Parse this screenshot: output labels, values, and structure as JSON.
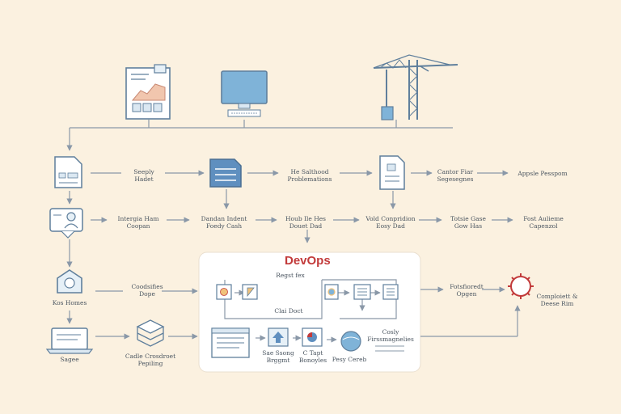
{
  "diagram": {
    "title": "DevOps",
    "colors": {
      "background": "#fbf1e0",
      "line": "#8a98a8",
      "icon_stroke": "#5f7f9c",
      "icon_fill": "#e6f0f7",
      "accent_blue": "#7fb3d8",
      "accent_red": "#c23a3a",
      "panel": "#ffffff"
    },
    "labels": {
      "r1_a": "Seeply\nHadet",
      "r1_b": "He Salthood\nProblemations",
      "r1_c": "Cantor Fiar\nSegesegnes",
      "r1_d": "Appsle Pesspom",
      "r2_a": "Intergia Ham\nCoopan",
      "r2_b": "Dandan Indent\nFoedy Cash",
      "r2_c": "Houb Ile Hes\nDouet Dad",
      "r2_d": "Vold Conpridion\nEosy Dad",
      "r2_e": "Totsie Gase\nGow Has",
      "r2_f": "Fost Aulieme\nCapenzol",
      "left_a": "Kos Homes",
      "left_b": "Sagee",
      "mid_a": "Coodsifies\nDope",
      "mid_b": "Cadle Crosdroet\nPepiling",
      "panel_a": "Regst fex",
      "panel_b": "Clai Doct",
      "panel_c": "Sae Ssong\nBrggmt",
      "panel_d": "C Tapt\nBonoyles",
      "panel_e": "Pesy Cereb",
      "panel_f": "Cosly\nFirssmagnelies",
      "right_a": "Fotsfioredt\nOpgen",
      "right_b": "Comploiett &\nDeese Rim"
    }
  }
}
